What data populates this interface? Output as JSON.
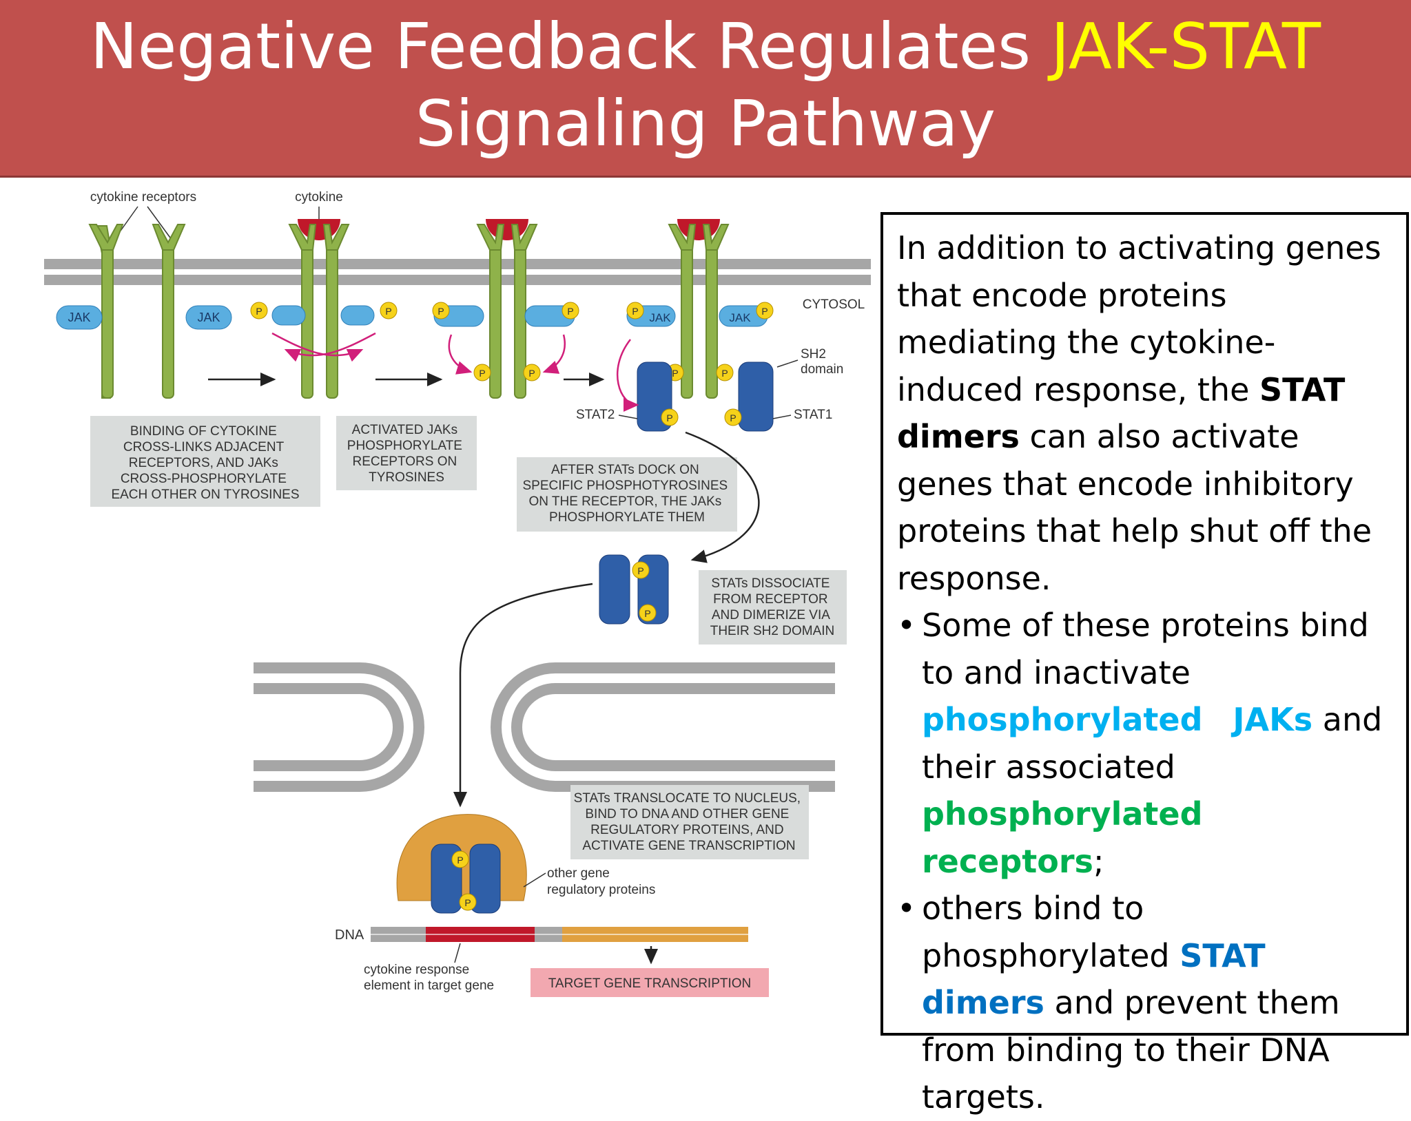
{
  "title": {
    "part1": "Negative Feedback Regulates ",
    "highlight": "JAK-STAT",
    "part2": "Signaling Pathway",
    "highlight_color": "#ffff00",
    "background_color": "#c0504d"
  },
  "diagram": {
    "labels": {
      "cytokine_receptors": "cytokine receptors",
      "cytokine": "cytokine",
      "cytosol": "CYTOSOL",
      "jak": "JAK",
      "p": "P",
      "sh2_line1": "SH2",
      "sh2_line2": "domain",
      "stat2": "STAT2",
      "stat1": "STAT1",
      "other_gene_line1": "other gene",
      "other_gene_line2": "regulatory proteins",
      "dna": "DNA",
      "cre_line1": "cytokine response",
      "cre_line2": "element in target gene",
      "target_gene": "TARGET GENE TRANSCRIPTION"
    },
    "steps": {
      "step1": [
        "BINDING OF CYTOKINE",
        "CROSS-LINKS ADJACENT",
        "RECEPTORS, AND JAKs",
        "CROSS-PHOSPHORYLATE",
        "EACH OTHER ON TYROSINES"
      ],
      "step2": [
        "ACTIVATED JAKs",
        "PHOSPHORYLATE",
        "RECEPTORS ON",
        "TYROSINES"
      ],
      "step3": [
        "AFTER STATs DOCK ON",
        "SPECIFIC PHOSPHOTYROSINES",
        "ON THE RECEPTOR, THE JAKs",
        "PHOSPHORYLATE THEM"
      ],
      "step4": [
        "STATs DISSOCIATE",
        "FROM RECEPTOR",
        "AND DIMERIZE VIA",
        "THEIR SH2 DOMAIN"
      ],
      "step5": [
        "STATs TRANSLOCATE TO NUCLEUS,",
        "BIND TO DNA AND OTHER GENE",
        "REGULATORY PROTEINS, AND",
        "ACTIVATE GENE TRANSCRIPTION"
      ]
    }
  },
  "textbox": {
    "intro_1": "In addition to activating genes that encode proteins mediating the cytokine-induced response, the ",
    "intro_bold": "STAT dimers",
    "intro_2": " can also activate genes that encode inhibitory proteins that help shut off the response.",
    "bullet_symbol": "•",
    "b1_1": "Some of these proteins bind to and inactivate ",
    "b1_cyan_1": "phosphorylated",
    "b1_cyan_2": "JAKs",
    "b1_2": " and their associated ",
    "b1_green": "phosphorylated receptors",
    "b1_3": ";",
    "b2_1": "others bind to phosphorylated ",
    "b2_blue": "STAT dimers",
    "b2_2": " and prevent them from binding to their DNA targets."
  }
}
